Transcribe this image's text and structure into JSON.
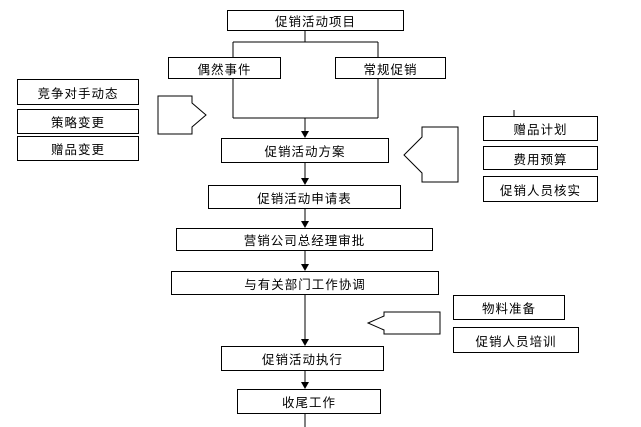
{
  "nodes": {
    "project": "促销活动项目",
    "accidental": "偶然事件",
    "regular": "常规促销",
    "competitor": "竞争对手动态",
    "strategy": "策略变更",
    "gift_change": "赠品变更",
    "plan": "促销活动方案",
    "gift_plan": "赠品计划",
    "budget": "费用预算",
    "staff_check": "促销人员核实",
    "application": "促销活动申请表",
    "approval": "营销公司总经理审批",
    "coordination": "与有关部门工作协调",
    "materials": "物料准备",
    "staff_training": "促销人员培训",
    "execution": "促销活动执行",
    "closing": "收尾工作"
  }
}
